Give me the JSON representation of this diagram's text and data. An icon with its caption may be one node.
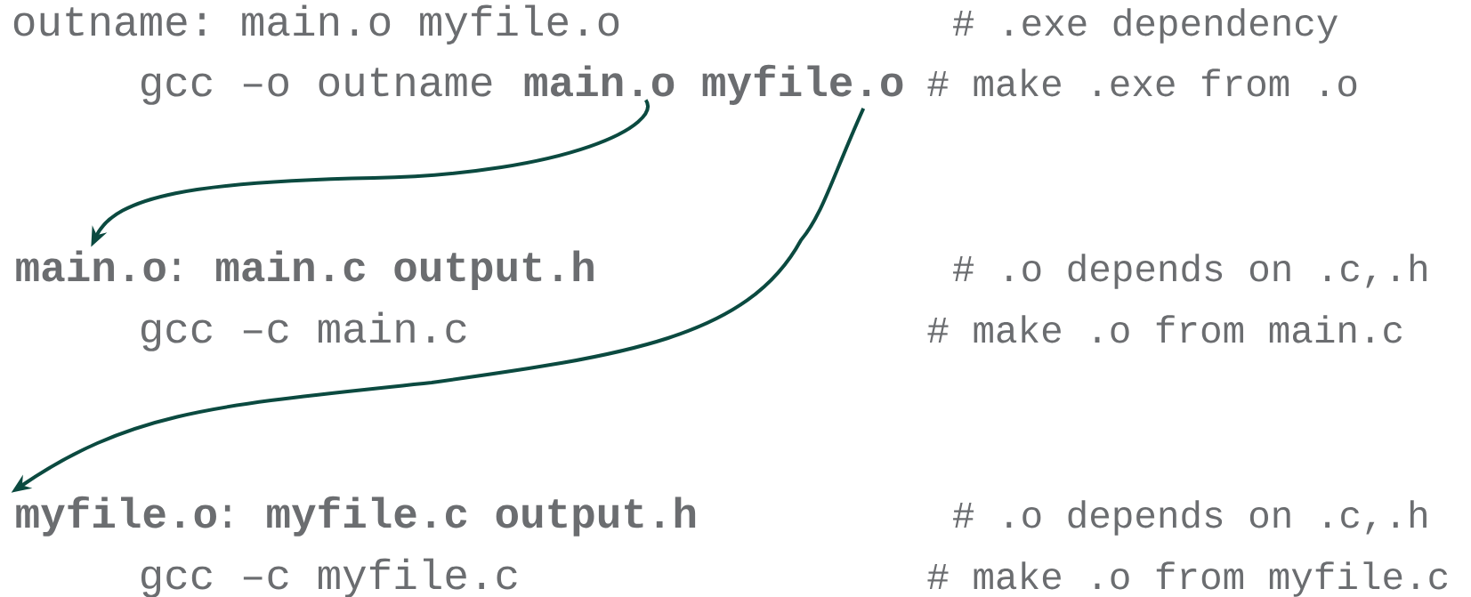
{
  "diagram": {
    "nodes": [
      {
        "text": [
          "main.o"
        ]
      },
      {
        "text": [
          "myfile.o"
        ]
      },
      {
        "text": [
          "main.o"
        ]
      },
      {
        "text": [
          "myfile.o"
        ]
      }
    ],
    "edges": [
      {
        "from": 0,
        "to": 2,
        "arrow": "to",
        "color": "#0b4a40"
      },
      {
        "from": 1,
        "to": 3,
        "arrow": "to",
        "color": "#0b4a40"
      }
    ],
    "labels": [
      "outname: main.o myfile.o",
      "# .exe dependency",
      "gcc –o outname",
      "# make .exe from .o",
      ": **main.c output.h**",
      "# .o depends on .c,.h",
      "gcc –c main.c",
      "# make .o from main.c",
      ": **myfile.c output.h**",
      "# .o depends on .c,.h",
      "gcc –c myfile.c",
      "# make .o from myfile.c"
    ]
  }
}
